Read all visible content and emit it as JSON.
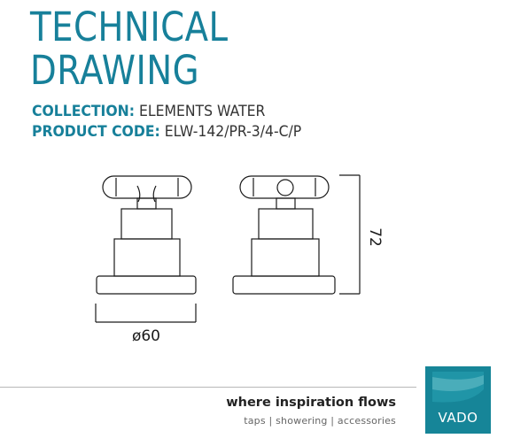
{
  "header": {
    "title_line1": "TECHNICAL",
    "title_line2": "DRAWING"
  },
  "info": {
    "collection_label": "COLLECTION:",
    "collection_value": "ELEMENTS WATER",
    "product_label": "PRODUCT CODE:",
    "product_value": "ELW-142/PR-3/4-C/P"
  },
  "drawing": {
    "diameter_label": "ø60",
    "height_label": "72"
  },
  "footer": {
    "tagline": "where inspiration flows",
    "subline": "taps | showering | accessories",
    "brand": "VADO"
  },
  "colors": {
    "accent": "#17809a",
    "logo_bg": "#168598"
  }
}
